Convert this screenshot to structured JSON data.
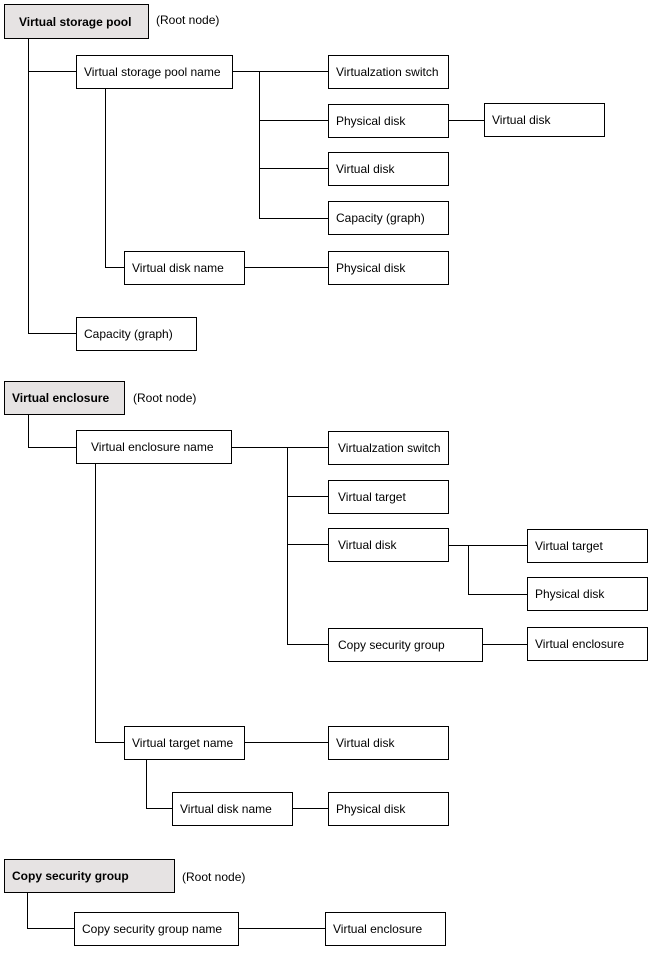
{
  "root_note": "(Root node)",
  "pool": {
    "root": "Virtual storage pool",
    "pool_name": "Virtual storage pool name",
    "virtualization_switch": "Virtualzation switch",
    "physical_disk": "Physical disk",
    "physical_disk_child_virtual_disk": "Virtual disk",
    "virtual_disk": "Virtual disk",
    "capacity_graph": "Capacity (graph)",
    "virtual_disk_name": "Virtual disk name",
    "vdn_physical_disk": "Physical disk",
    "root_capacity_graph": "Capacity (graph)"
  },
  "enclosure": {
    "root": "Virtual enclosure",
    "enclosure_name": "Virtual enclosure name",
    "virtualization_switch": "Virtualzation switch",
    "virtual_target": "Virtual target",
    "virtual_disk": "Virtual disk",
    "vd_virtual_target": "Virtual target",
    "vd_physical_disk": "Physical disk",
    "copy_security_group": "Copy security group",
    "csg_virtual_enclosure": "Virtual enclosure",
    "virtual_target_name": "Virtual target name",
    "vtn_virtual_disk": "Virtual disk",
    "virtual_disk_name": "Virtual disk name",
    "vdn_physical_disk": "Physical disk"
  },
  "copy_group": {
    "root": "Copy security group",
    "group_name": "Copy security group name",
    "virtual_enclosure": "Virtual enclosure"
  }
}
